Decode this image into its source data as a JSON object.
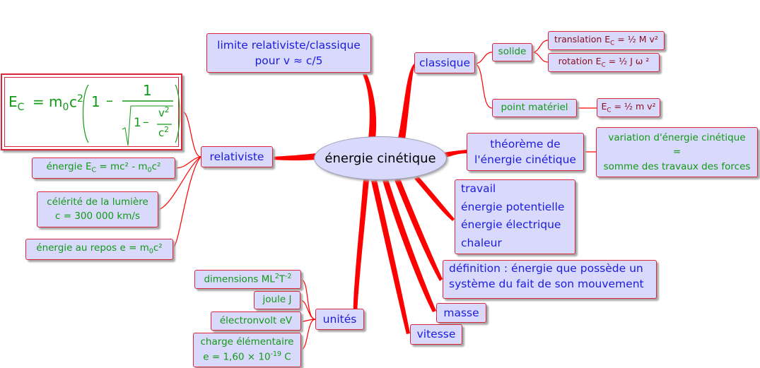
{
  "center": {
    "label": "énergie cinétique"
  },
  "nodes": {
    "limite": {
      "line1": "limite relativiste/classique",
      "line2": "pour v ≈ c/5"
    },
    "classique": {
      "label": "classique"
    },
    "solide": {
      "label": "solide"
    },
    "translation": {
      "label": "translation E",
      "sub": "C",
      "tail": " = ½ M v²"
    },
    "rotation": {
      "label": "rotation  E",
      "sub": "C",
      "tail": " = ½ J ω ²"
    },
    "point_materiel": {
      "label": "point matériel"
    },
    "point_formula": {
      "label": "E",
      "sub": "C",
      "tail": " = ½ m v²"
    },
    "theoreme": {
      "line1": "théorème de",
      "line2": "l'énergie cinétique"
    },
    "variation": {
      "line1": "variation d'énergie cinétique",
      "line2": "=",
      "line3": "somme des travaux des forces"
    },
    "formes": {
      "items": [
        "travail",
        "énergie potentielle",
        "énergie électrique",
        "chaleur"
      ]
    },
    "definition": {
      "line1": "définition : énergie que possède un",
      "line2": "système du fait de son mouvement"
    },
    "masse": {
      "label": "masse"
    },
    "vitesse": {
      "label": "vitesse"
    },
    "relativiste": {
      "label": "relativiste"
    },
    "energie_rel": {
      "label": "énergie   E",
      "sub": "C",
      "tail": " = mc² - m",
      "sub2": "0",
      "tail2": "c²"
    },
    "celerite": {
      "line1": "célérité de la lumière",
      "line2": "c = 300 000 km/s"
    },
    "repos": {
      "label": "énergie au repos  e = m",
      "sub": "0",
      "tail": "c²"
    },
    "unites": {
      "label": "unités"
    },
    "dimensions": {
      "label": "dimensions ML",
      "sup1": "2",
      "mid": "T",
      "sup2": "-2"
    },
    "joule": {
      "label": "joule J"
    },
    "electronvolt": {
      "label": "électronvolt eV"
    },
    "charge": {
      "line1": "charge élémentaire",
      "line2a": "e = 1,60 × 10",
      "sup": "-19",
      "line2b": " C"
    }
  },
  "formula": {
    "ec": "E",
    "ec_sub": "C",
    "eq": "=",
    "m": "m",
    "m_sub": "0",
    "c": "c",
    "c_sup": "2",
    "one": "1",
    "minus": "–",
    "num": "1",
    "one2": "1",
    "minus2": "–",
    "v": "v",
    "v_sup": "2",
    "c2": "c",
    "c2_sup": "2"
  },
  "colors": {
    "link": "#ff0000",
    "box_border": "#d9263b",
    "box_fill": "#d9d9fb",
    "blue_text": "#1c1ce0",
    "green_text": "#119a16",
    "maroon_text": "#8a0c1c"
  }
}
